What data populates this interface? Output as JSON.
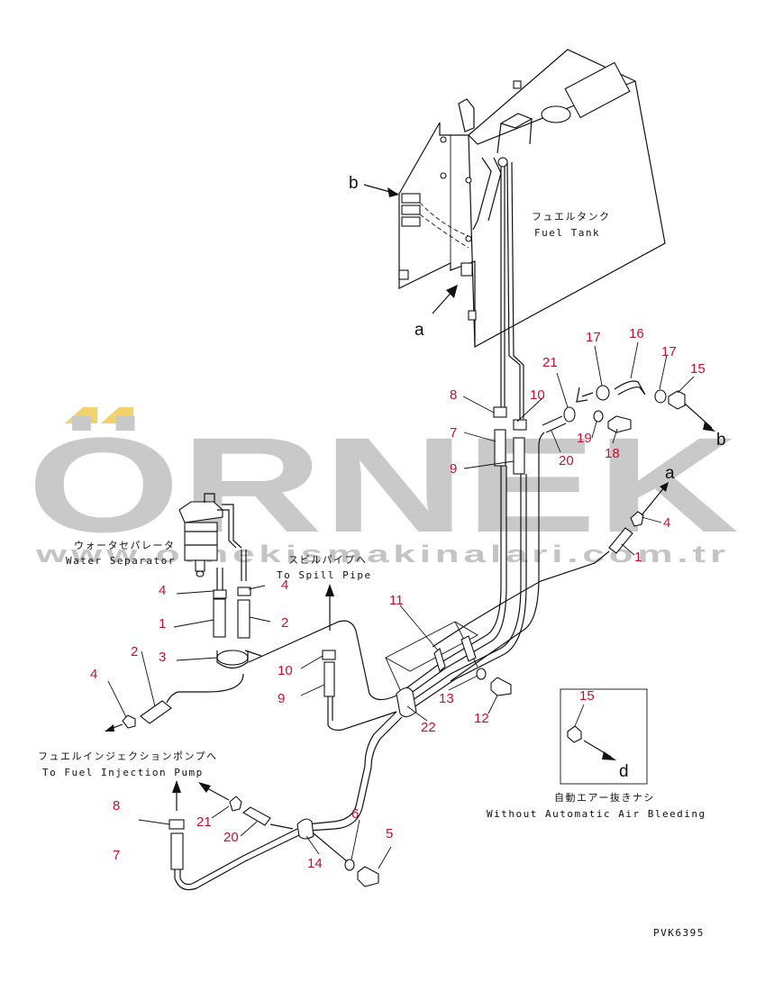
{
  "watermark": {
    "brand": "ÖRNEK",
    "url": "www.ornekismakinalari.com.tr",
    "accent_color": "#f2d36b",
    "text_color": "#c9c9c9"
  },
  "labels": {
    "fuel_tank_jp": "フュエルタンク",
    "fuel_tank_en": "Fuel Tank",
    "water_sep_jp": "ウォータセパレータ",
    "water_sep_en": "Water Separator",
    "spill_jp": "スピルパイプへ",
    "spill_en": "To Spill Pipe",
    "pump_jp": "フュエルインジェクションポンプへ",
    "pump_en": "To Fuel Injection Pump",
    "no_air_jp": "自動エアー抜きナシ",
    "no_air_en": "Without Automatic Air Bleeding",
    "drawing_code": "PVK6395"
  },
  "view_letters": {
    "a": "a",
    "b": "b",
    "d": "d"
  },
  "part_numbers": {
    "p8_top": "8",
    "p10_top": "10",
    "p7_top": "7",
    "p9_top": "9",
    "p21_top": "21",
    "p17_left": "17",
    "p16": "16",
    "p17_right": "17",
    "p15": "15",
    "p19": "19",
    "p20_top": "20",
    "p18": "18",
    "p4_right": "4",
    "p1_right": "1",
    "p4_ws_left": "4",
    "p4_ws_right": "4",
    "p1_ws": "1",
    "p2_ws": "2",
    "p3": "3",
    "p2_left": "2",
    "p4_left": "4",
    "p10_mid": "10",
    "p9_mid": "9",
    "p11": "11",
    "p22": "22",
    "p13": "13",
    "p12": "12",
    "p15_box": "15",
    "p8_bot": "8",
    "p21_bot": "21",
    "p20_bot": "20",
    "p7_bot": "7",
    "p6": "6",
    "p5": "5",
    "p14": "14"
  }
}
